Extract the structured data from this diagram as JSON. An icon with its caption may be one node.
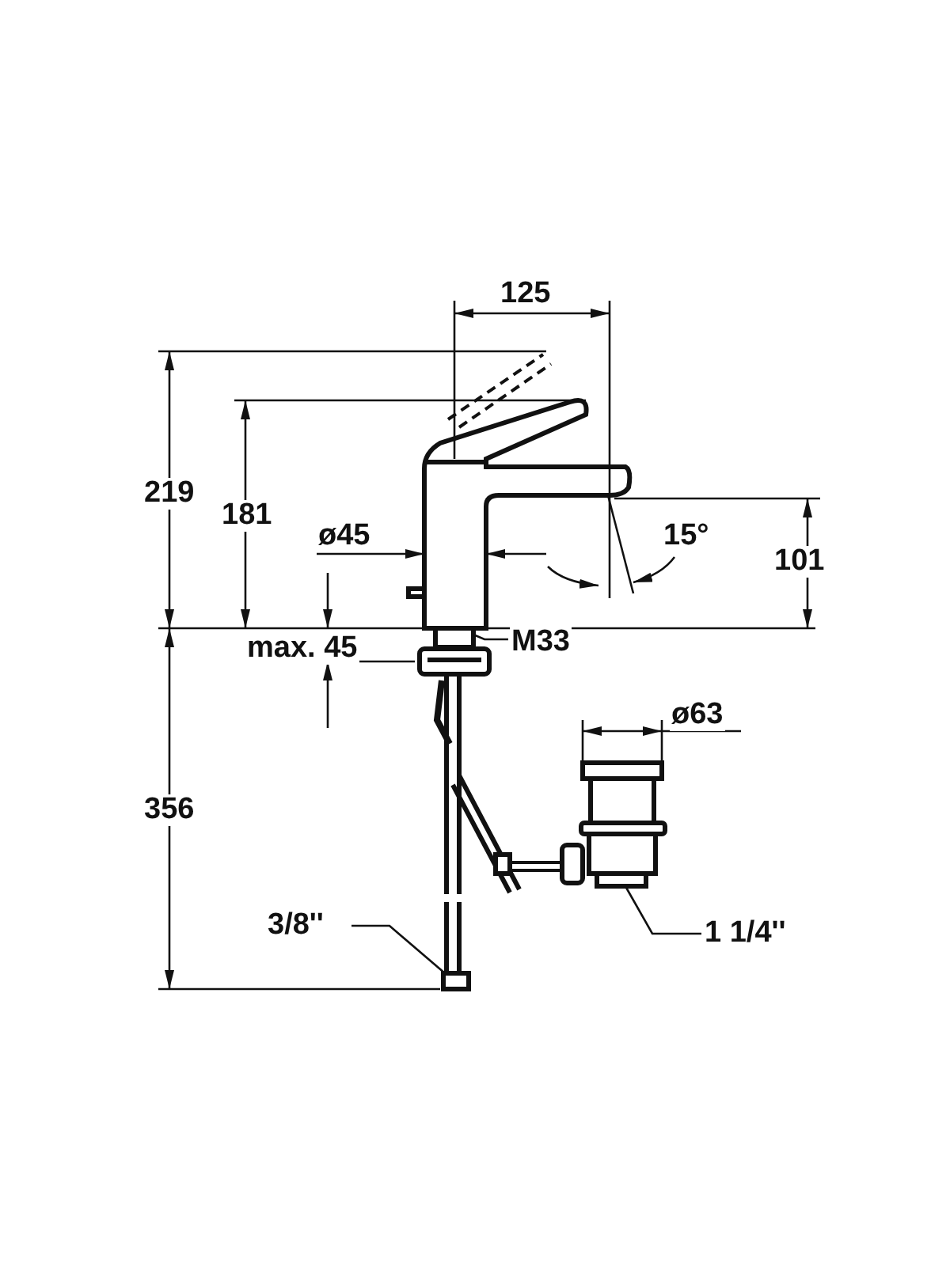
{
  "diagram": {
    "nodes": [
      {
        "text": [
          "M33"
        ]
      },
      {
        "text": [
          "3/8''"
        ]
      },
      {
        "text": [
          "1 1/4''"
        ]
      },
      {
        "text": [],
        "shape": "box"
      },
      {
        "text": [],
        "shape": "box"
      },
      {
        "text": [],
        "shape": "box"
      }
    ],
    "edges": [
      {
        "from": 0,
        "to": 3,
        "arrow": "none"
      },
      {
        "from": 1,
        "to": 4,
        "arrow": "none"
      },
      {
        "from": 2,
        "to": 5,
        "arrow": "none"
      }
    ],
    "labels": [
      "125",
      "219",
      "181",
      "ø45",
      "15°",
      "101",
      "max. 45",
      "ø63",
      "356"
    ]
  }
}
